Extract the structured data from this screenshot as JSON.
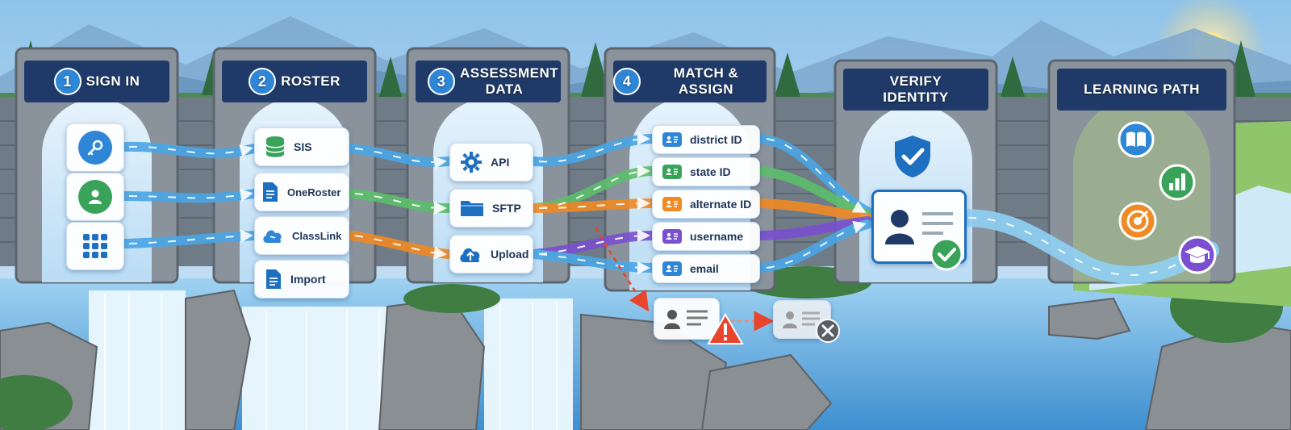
{
  "steps": [
    {
      "number": "1",
      "title": "SIGN IN"
    },
    {
      "number": "2",
      "title": "ROSTER"
    },
    {
      "number": "3",
      "title": "ASSESSMENT DATA"
    },
    {
      "number": "4",
      "title": "MATCH & ASSIGN"
    },
    {
      "number": "",
      "title": "VERIFY IDENTITY"
    },
    {
      "number": "",
      "title": "LEARNING PATH"
    }
  ],
  "sign_in_icons": [
    "key-icon",
    "user-icon",
    "app-grid-icon"
  ],
  "roster_sources": [
    {
      "label": "SIS",
      "icon": "database-icon"
    },
    {
      "label": "OneRoster",
      "icon": "document-icon"
    },
    {
      "label": "ClassLink",
      "icon": "cloud-icon"
    },
    {
      "label": "Import",
      "icon": "document-icon"
    }
  ],
  "assessment_methods": [
    {
      "label": "API",
      "icon": "gear-icon"
    },
    {
      "label": "SFTP",
      "icon": "folder-icon"
    },
    {
      "label": "Upload",
      "icon": "cloud-upload-icon"
    }
  ],
  "identifiers": [
    {
      "label": "district ID",
      "color": "#2f86d6"
    },
    {
      "label": "state ID",
      "color": "#3aa35a"
    },
    {
      "label": "alternate ID",
      "color": "#f08a24"
    },
    {
      "label": "username",
      "color": "#7a4fd0"
    },
    {
      "label": "email",
      "color": "#2f86d6"
    }
  ],
  "learning_path_icons": [
    "book-icon",
    "chart-icon",
    "target-icon",
    "graduation-cap-icon"
  ],
  "colors": {
    "blue": "#2f86d6",
    "green": "#3aa35a",
    "orange": "#f08a24",
    "purple": "#7a4fd0",
    "alert": "#e8452c",
    "banner": "#1f3a68"
  }
}
